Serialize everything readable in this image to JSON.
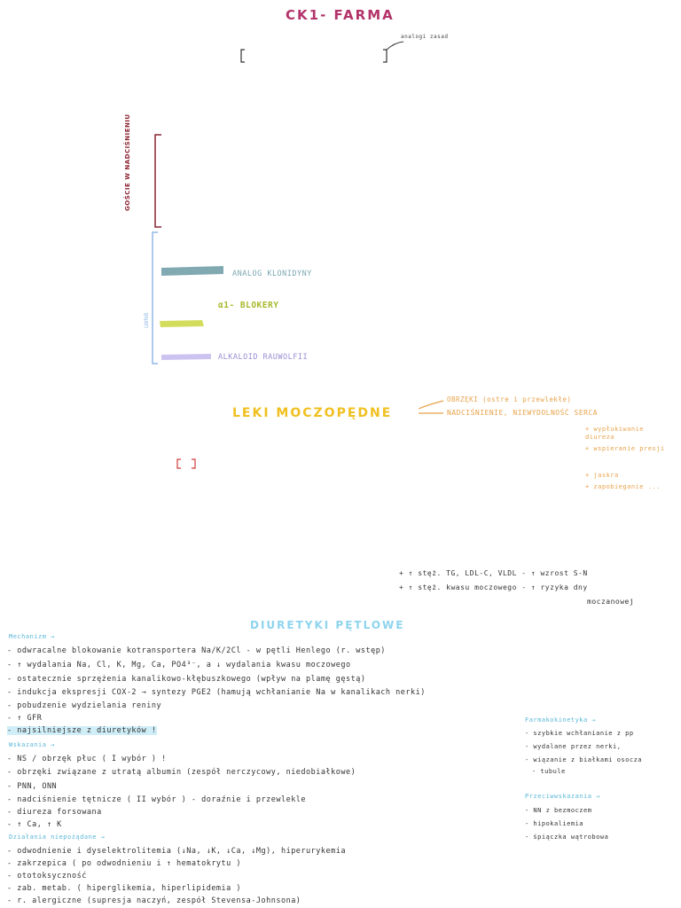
{
  "header": {
    "title": "CK1- FARMA",
    "bracket_note": "analogi zasad"
  },
  "sidebar_vertical": {
    "red": "GOŚCIE W NADCIŚNIENIU",
    "blue": "LWNB"
  },
  "drug_groups": [
    {
      "label": "ANALOG KLONIDYNY",
      "color": "#6b9aa4"
    },
    {
      "label": "α1- BLOKERY",
      "color": "#b7c93b"
    },
    {
      "label": "ALKALOID RAUWOLFII",
      "color": "#b4a8e8"
    }
  ],
  "diuretics": {
    "title": "LEKI MOCZOPĘDNE",
    "arrow1": "OBRZĘKI (ostre i przewlekłe)",
    "arrow2": "NADCIŚNIENIE, NIEWYDOLNOŚĆ SERCA",
    "bullets": [
      "+ wypłukiwanie diureza",
      "+ wspieranie presji",
      "+ jaskra",
      "+ zapobieganie ..."
    ],
    "side_effects": [
      "+ ↑ stęż. TG, LDL-C, VLDL - ↑ wzrost S-N",
      "+ ↑ stęż. kwasu moczowego - ↑ ryzyka dny",
      "moczanowej"
    ]
  },
  "loop": {
    "title": "DIURETYKI PĘTLOWE",
    "mechanism_header": "Mechanizm →",
    "mechanism": [
      "- odwracalne blokowanie kotransportera Na/K/2Cl - w pętli Henlego (r. wstęp)",
      "- ↑ wydalania Na, Cl, K, Mg, Ca, PO4³⁻, a ↓ wydalania kwasu moczowego",
      "- ostatecznie sprzężenia kanalikowo-kłębuszkowego (wpływ na plamę gęstą)",
      "- indukcja ekspresji COX-2 → syntezy PGE2 (hamują wchłanianie Na w kanalikach nerki)",
      "- pobudzenie wydzielania reniny",
      "- ↑ GFR",
      "- najsilniejsze z diuretyków !"
    ],
    "indications_header": "Wskazania →",
    "indications": [
      "- NS / obrzęk płuc ( I wybór ) !",
      "- obrzęki związane z utratą albumin (zespół nerczycowy, niedobiałkowe)",
      "- PNN, ONN",
      "- nadciśnienie tętnicze ( II wybór ) - doraźnie i przewlekle",
      "- diureza forsowana",
      "- ↑ Ca, ↑ K"
    ],
    "adverse_header": "Działania niepożądane →",
    "adverse": [
      "- odwodnienie i dyselektrolitemia (↓Na, ↓K, ↓Ca, ↓Mg), hiperurykemia",
      "- zakrzepica ( po odwodnieniu i ↑ hematokrytu )",
      "- ototoksyczność",
      "- zab. metab. ( hiperglikemia, hiperlipidemia )",
      "- r. alergiczne (supresja naczyń, zespół Stevensa-Johnsona)"
    ],
    "pk_header": "Farmakokinetyka →",
    "pk": [
      "- szybkie wchłanianie z pp",
      "- wydalane przez nerki,",
      "- wiązanie z białkami osocza",
      "- tubule"
    ],
    "contra_header": "Przeciwwskazania →",
    "contra": [
      "- NN z bezmoczem",
      "- hipokaliemia",
      "- śpiączka wątrobowa"
    ]
  }
}
